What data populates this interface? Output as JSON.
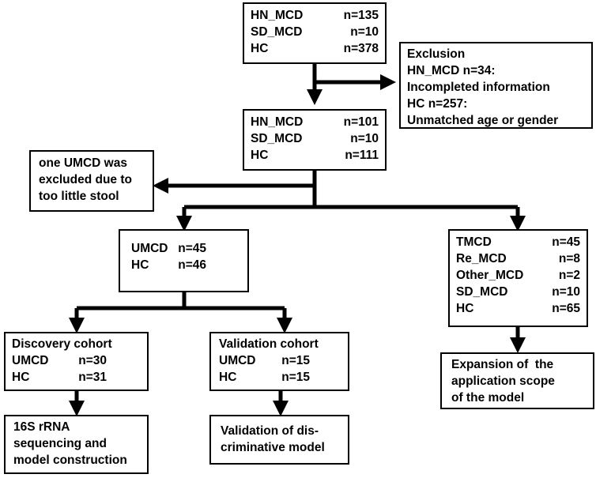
{
  "boxes": {
    "initial": {
      "rows": [
        [
          "HN_MCD",
          "n=135"
        ],
        [
          "SD_MCD",
          "n=10"
        ],
        [
          "HC",
          "n=378"
        ]
      ]
    },
    "exclusion": {
      "lines": [
        "Exclusion",
        "HN_MCD n=34:",
        "Incompleted information",
        "HC n=257:",
        "Unmatched age or gender"
      ]
    },
    "second": {
      "rows": [
        [
          "HN_MCD",
          "n=101"
        ],
        [
          "SD_MCD",
          "n=10"
        ],
        [
          "HC",
          "n=111"
        ]
      ]
    },
    "stool": {
      "lines": [
        "one UMCD was",
        "excluded due to",
        "too little stool"
      ]
    },
    "umcd": {
      "rows": [
        [
          "UMCD",
          "n=45"
        ],
        [
          "HC",
          "n=46"
        ]
      ]
    },
    "tmcd": {
      "rows": [
        [
          "TMCD",
          "n=45"
        ],
        [
          "Re_MCD",
          "n=8"
        ],
        [
          "Other_MCD",
          "n=2"
        ],
        [
          "SD_MCD",
          "n=10"
        ],
        [
          "HC",
          "n=65"
        ]
      ]
    },
    "discovery": {
      "title": "Discovery cohort",
      "rows": [
        [
          "UMCD",
          "n=30"
        ],
        [
          "HC",
          "n=31"
        ]
      ]
    },
    "validation": {
      "title": "Validation cohort",
      "rows": [
        [
          "UMCD",
          "n=15"
        ],
        [
          "HC",
          "n=15"
        ]
      ]
    },
    "expansion": {
      "lines": [
        "Expansion of  the",
        "application scope",
        "of the model"
      ]
    },
    "sequencing": {
      "lines": [
        "16S rRNA",
        "sequencing and",
        "model construction"
      ]
    },
    "validation_model": {
      "lines": [
        "Validation of dis-",
        "criminative model"
      ]
    }
  }
}
